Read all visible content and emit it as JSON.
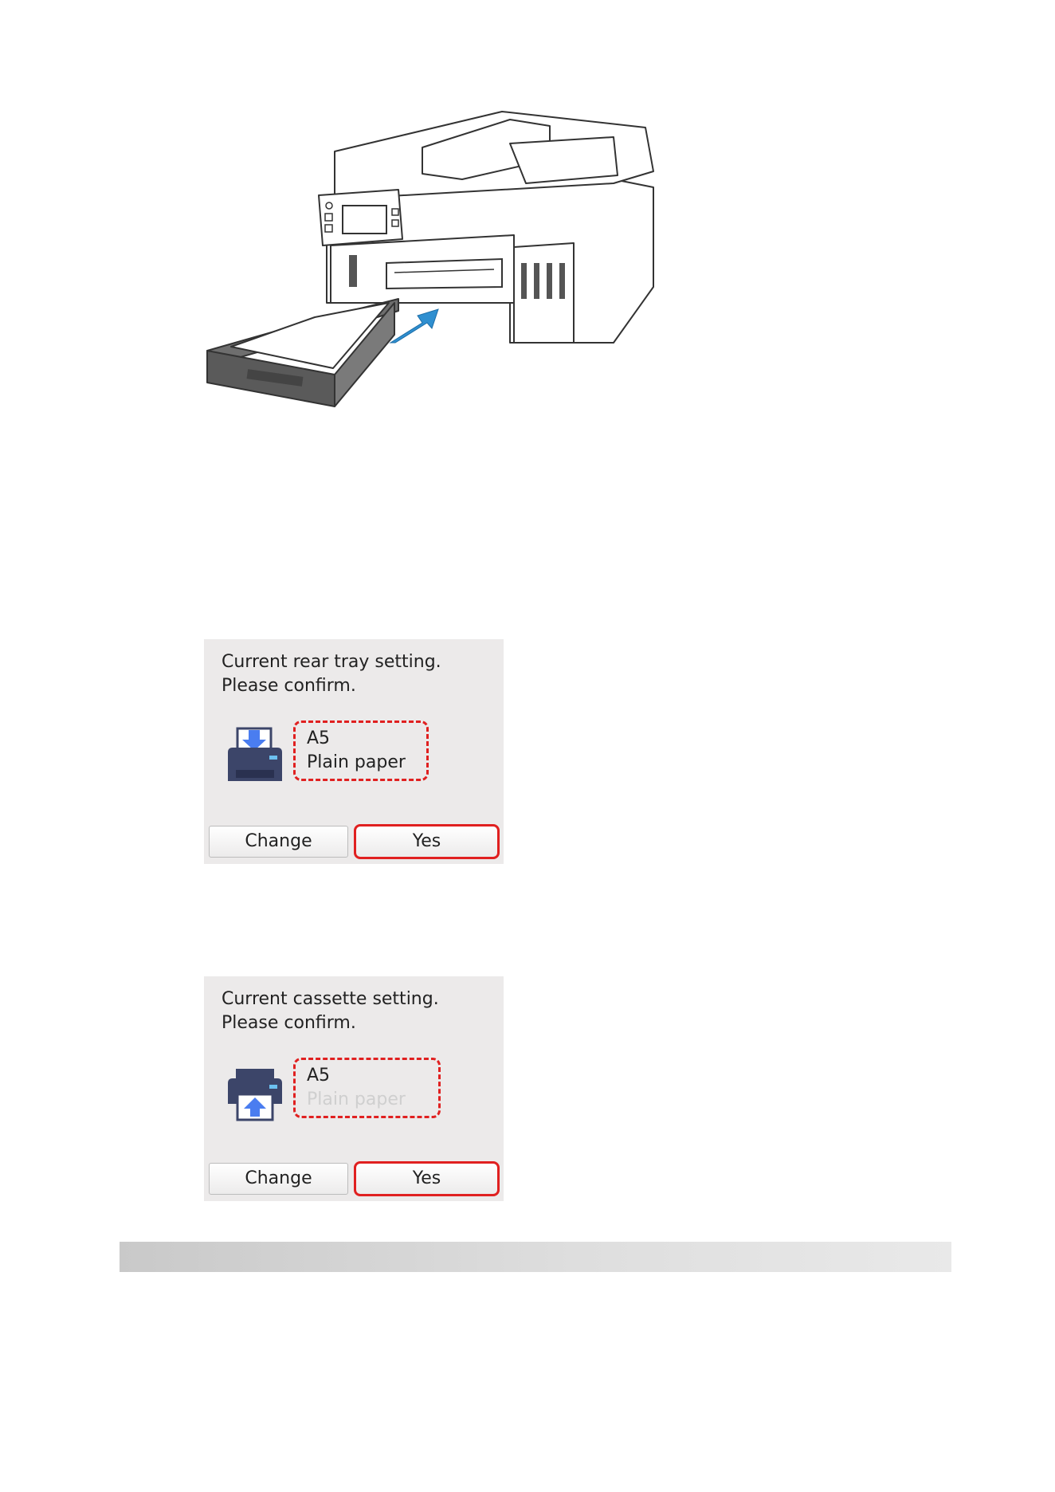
{
  "illustration": {
    "icon": "printer-cassette-insert-illustration",
    "arrow_color": "#2f8fd0"
  },
  "rear_tray_screen": {
    "message_line1": "Current rear tray setting.",
    "message_line2": "Please confirm.",
    "icon": "printer-rear-tray-icon",
    "paper_size": "A5",
    "media_type": "Plain paper",
    "change_label": "Change",
    "yes_label": "Yes"
  },
  "cassette_screen": {
    "message_line1": "Current cassette setting.",
    "message_line2": "Please confirm.",
    "icon": "printer-cassette-icon",
    "paper_size": "A5",
    "media_type": "Plain paper",
    "change_label": "Change",
    "yes_label": "Yes"
  },
  "colors": {
    "highlight": "#e02020",
    "screen_bg": "#eceaea",
    "icon_body": "#3c4569",
    "icon_arrow": "#4a7df0"
  }
}
